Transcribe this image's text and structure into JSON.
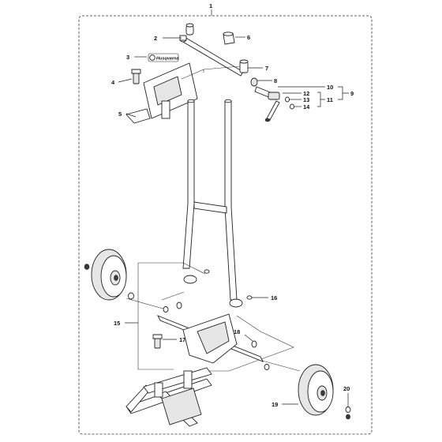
{
  "logo": {
    "text": "Husqvarna"
  },
  "callouts": {
    "c1": "1",
    "c2": "2",
    "c3": "3",
    "c4": "4",
    "c5": "5",
    "c6": "6",
    "c7": "7",
    "c8": "8",
    "c9": "9",
    "c10": "10",
    "c11": "11",
    "c12": "12",
    "c13": "13",
    "c14": "14",
    "c15": "15",
    "c16": "16",
    "c17": "17",
    "c18": "18",
    "c19": "19",
    "c20": "20"
  }
}
